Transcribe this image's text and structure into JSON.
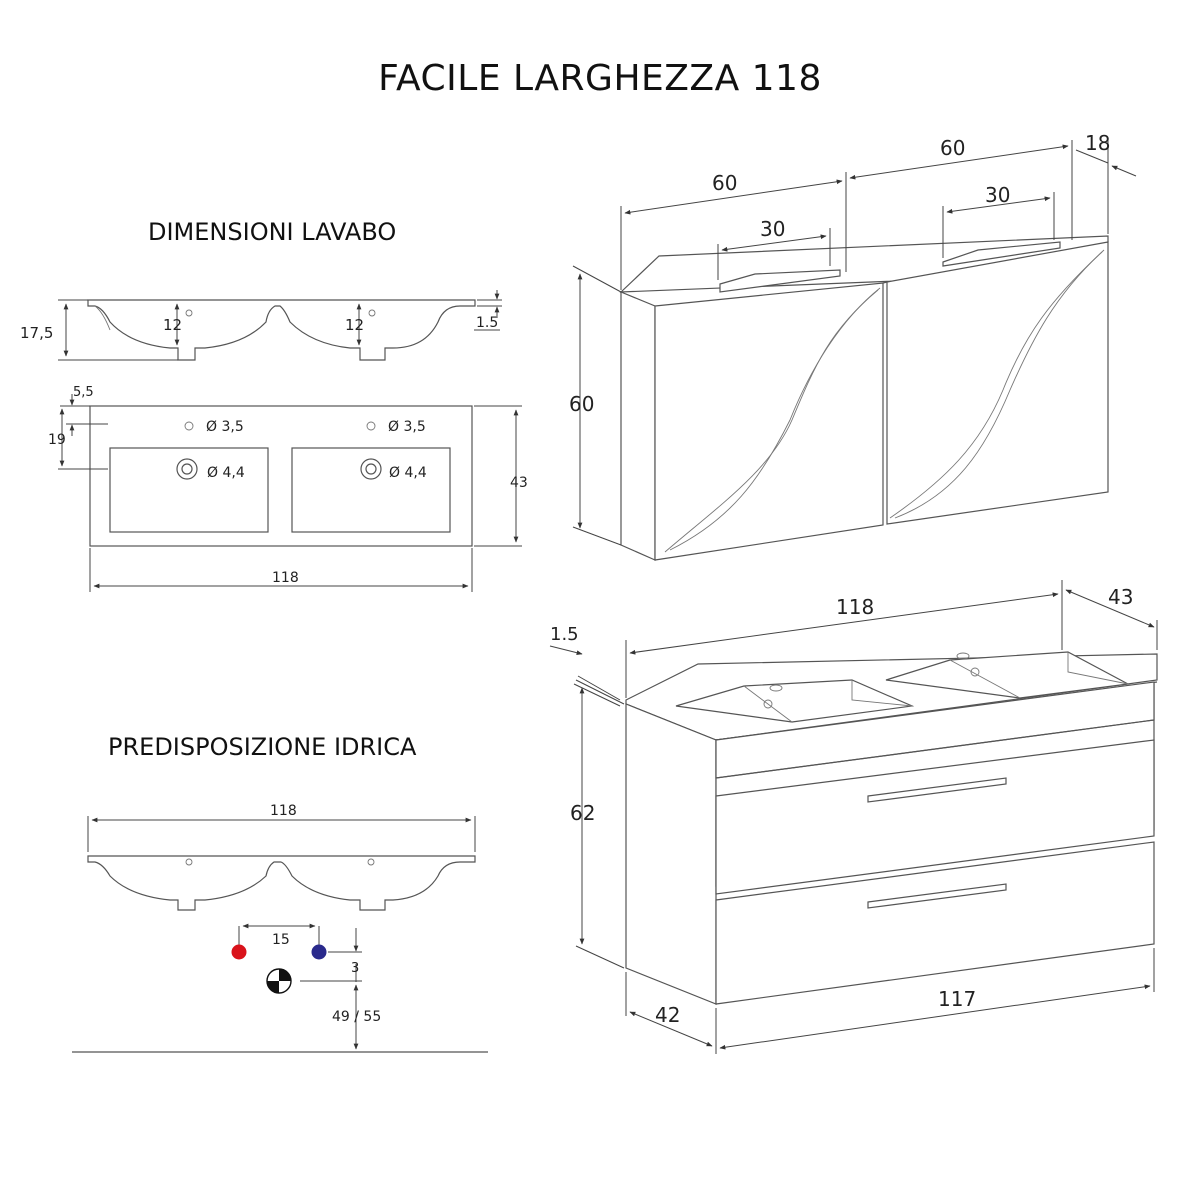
{
  "title": "FACILE LARGHEZZA 118",
  "sections": {
    "basin": "DIMENSIONI LAVABO",
    "plumbing": "PREDISPOSIZIONE IDRICA"
  },
  "basin_profile": {
    "height": "17,5",
    "bowl_depth_left": "12",
    "bowl_depth_right": "12",
    "rim": "1.5"
  },
  "basin_top": {
    "tap_offset": "5,5",
    "hole_offset": "19",
    "depth": "43",
    "width": "118",
    "tap_hole_left": "Ø 3,5",
    "tap_hole_right": "Ø 3,5",
    "drain_left": "Ø 4,4",
    "drain_right": "Ø 4,4"
  },
  "plumbing": {
    "width": "118",
    "pipe_spacing": "15",
    "drain_offset": "3",
    "floor_height": "49 / 55"
  },
  "mirror": {
    "width_left": "60",
    "width_right": "60",
    "depth": "18",
    "lamp_left": "30",
    "lamp_right": "30",
    "height": "60"
  },
  "cabinet": {
    "top_width": "118",
    "top_depth": "43",
    "rim": "1.5",
    "height": "62",
    "depth": "42",
    "width": "117"
  },
  "colors": {
    "hot_water": "#d9131b",
    "cold_water": "#2a2a8c"
  }
}
